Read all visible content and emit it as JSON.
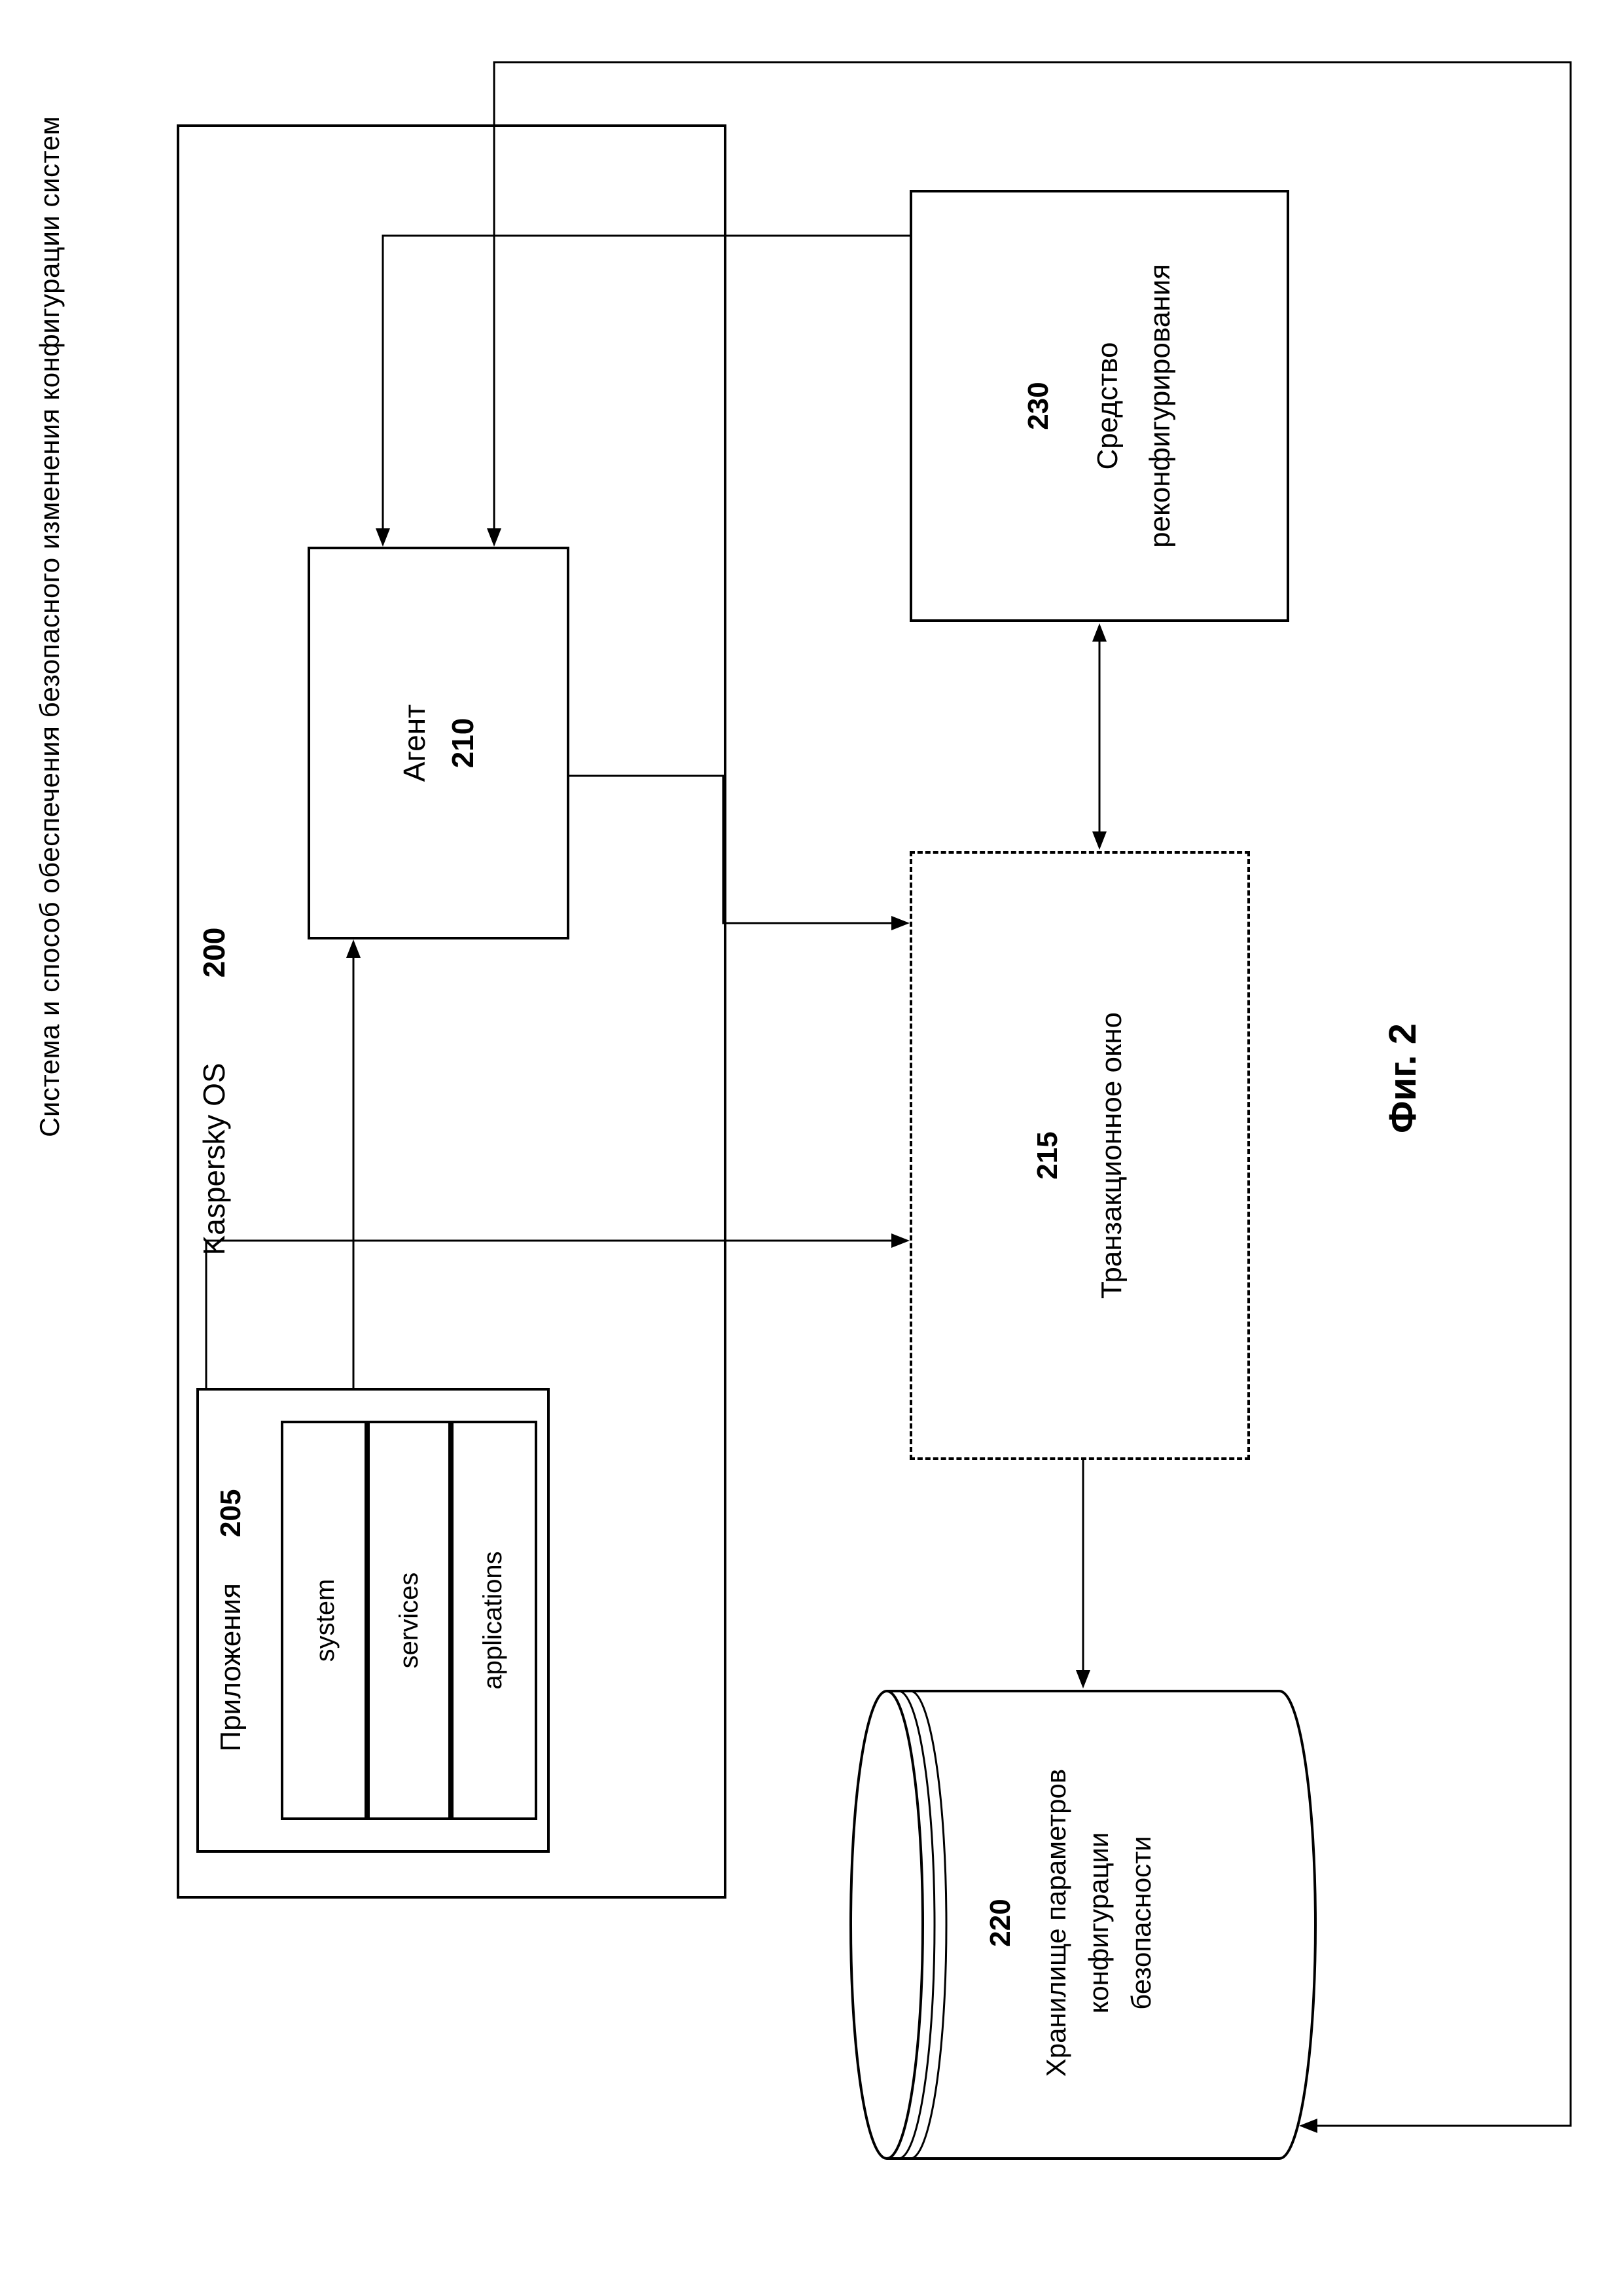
{
  "title": "Система и способ обеспечения безопасного изменения конфигурации систем",
  "figure": {
    "label": "Фиг. 2"
  },
  "kaspersky_os": {
    "label": "Kaspersky OS",
    "ref": "200"
  },
  "applications": {
    "label": "Приложения",
    "ref": "205",
    "items": [
      "system",
      "services",
      "applications"
    ]
  },
  "agent": {
    "label": "Агент",
    "ref": "210"
  },
  "transaction_window": {
    "label": "Транзакционное окно",
    "ref": "215"
  },
  "reconfigurator": {
    "ref": "230",
    "lines": [
      "Средство",
      "реконфигурирования"
    ]
  },
  "storage": {
    "ref": "220",
    "lines": [
      "Хранилище параметров",
      "конфигурации",
      "безопасности"
    ]
  },
  "colors": {
    "line": "#000000",
    "background": "#ffffff"
  }
}
